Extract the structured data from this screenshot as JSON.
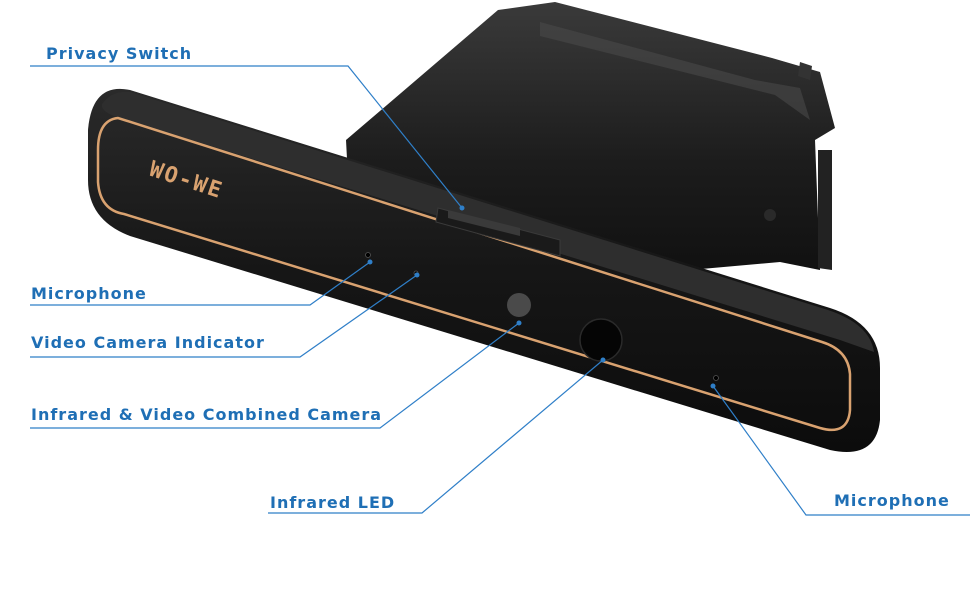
{
  "brand_logo": "WO-WE",
  "labels": {
    "privacy_switch": "Privacy Switch",
    "microphone_left": "Microphone",
    "video_camera_indicator": "Video Camera Indicator",
    "combined_camera": "Infrared & Video Combined Camera",
    "infrared_led": "Infrared LED",
    "microphone_right": "Microphone"
  },
  "colors": {
    "label_text": "#1f6fb5",
    "leader_line": "#2f7fc8",
    "body": "#141414",
    "accent_stripe": "#d9a270"
  }
}
